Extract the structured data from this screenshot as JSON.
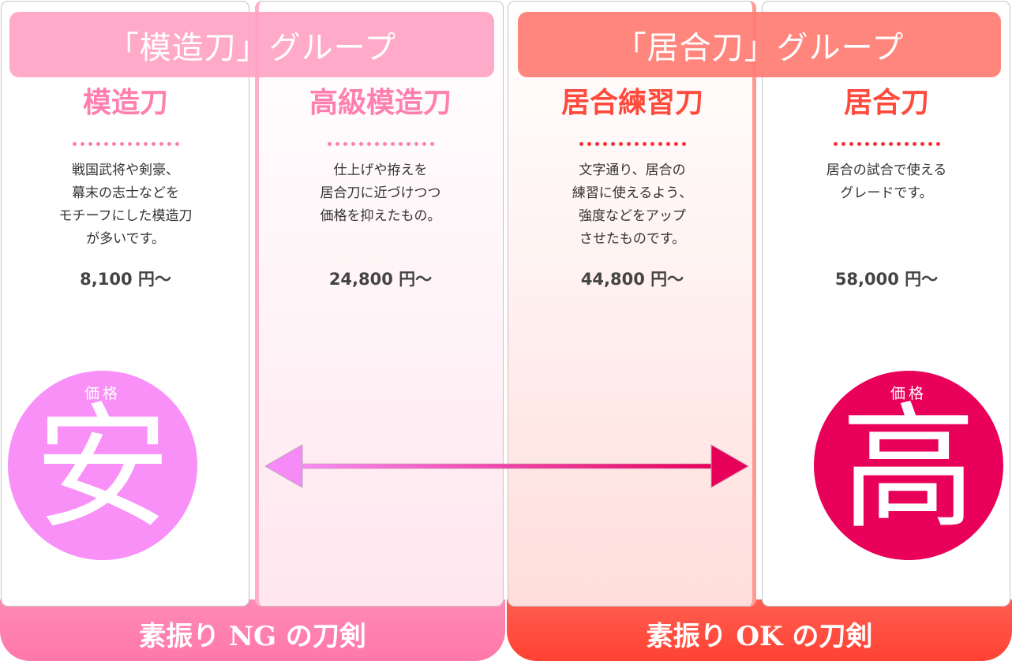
{
  "groups": [
    {
      "label": "「模造刀」グループ",
      "color": "#ffa4c4"
    },
    {
      "label": "「居合刀」グループ",
      "color": "#ff7d74"
    }
  ],
  "columns": [
    {
      "title": "模造刀",
      "description": "戦国武将や剣豪、\n幕末の志士などを\nモチーフにした模造刀\nが多いです。",
      "price": "8,100 円〜"
    },
    {
      "title": "高級模造刀",
      "description": "仕上げや拵えを\n居合刀に近づけつつ\n価格を抑えたもの。",
      "price": "24,800 円〜"
    },
    {
      "title": "居合練習刀",
      "description": "文字通り、居合の\n練習に使えるよう、\n強度などをアップ\nさせたものです。",
      "price": "44,800 円〜"
    },
    {
      "title": "居合刀",
      "description": "居合の試合で使える\nグレードです。",
      "price": "58,000 円〜"
    }
  ],
  "price_scale": {
    "low": {
      "caption": "価格",
      "glyph": "安",
      "color": "#f890f8"
    },
    "high": {
      "caption": "価格",
      "glyph": "高",
      "color": "#e8005a"
    }
  },
  "footers": [
    {
      "label": "素振り NG の刀剣",
      "color": "#ff80b0"
    },
    {
      "label": "素振り OK の刀剣",
      "color": "#ff4c3e"
    }
  ]
}
